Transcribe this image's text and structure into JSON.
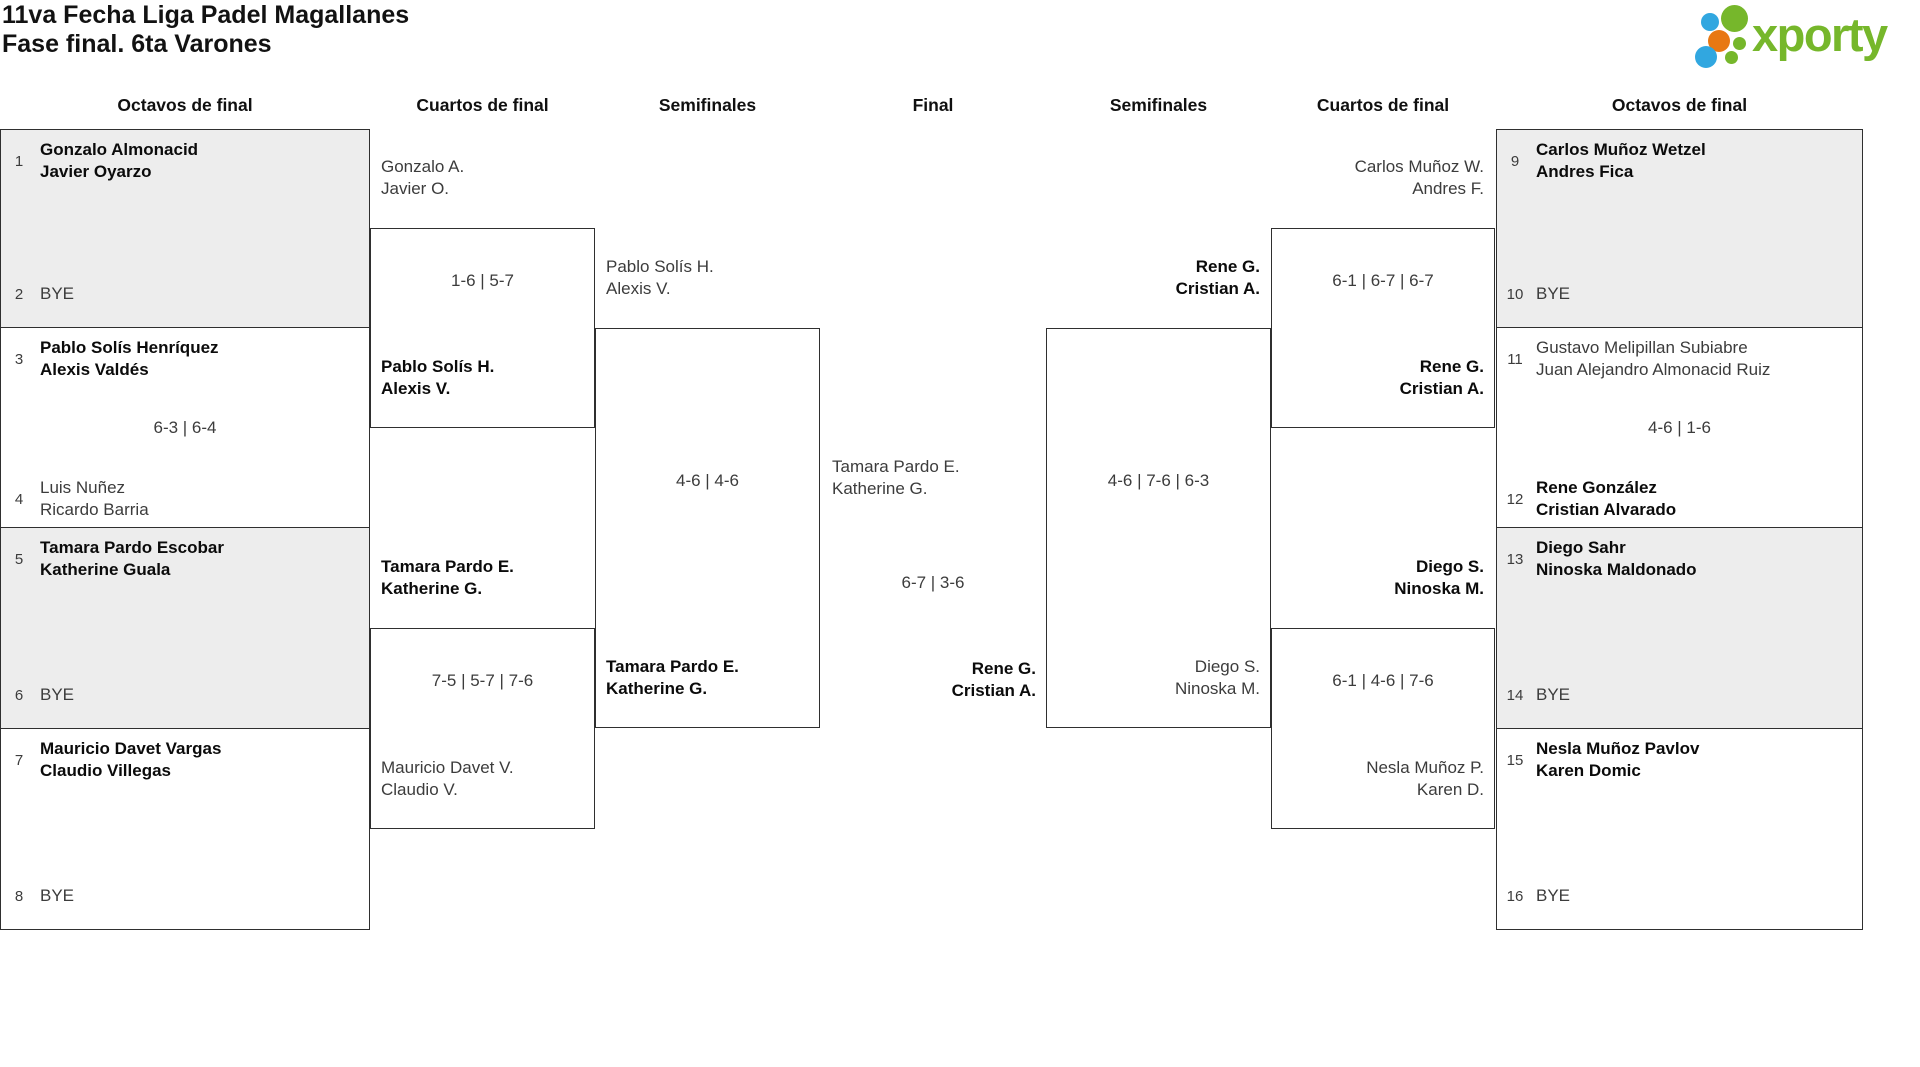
{
  "header": {
    "title_line1": "11va Fecha Liga Padel Magallanes",
    "title_line2": "Fase final. 6ta Varones",
    "logo_text": "xporty",
    "logo_colors": {
      "green": "#76b72b",
      "blue": "#31a7e0",
      "orange": "#e87813"
    }
  },
  "round_headers": [
    "Octavos de final",
    "Cuartos de final",
    "Semifinales",
    "Final",
    "Semifinales",
    "Cuartos de final",
    "Octavos de final"
  ],
  "octavos": {
    "left": [
      {
        "seed_top": "1",
        "team_top": [
          "Gonzalo Almonacid",
          "Javier Oyarzo"
        ],
        "top_bold": true,
        "score": "",
        "seed_bottom": "2",
        "team_bottom": [
          "BYE"
        ],
        "bottom_bold": false
      },
      {
        "seed_top": "3",
        "team_top": [
          "Pablo Solís Henríquez",
          "Alexis Valdés"
        ],
        "top_bold": true,
        "score": "6-3 | 6-4",
        "seed_bottom": "4",
        "team_bottom": [
          "Luis Nuñez",
          "Ricardo Barria"
        ],
        "bottom_bold": false
      },
      {
        "seed_top": "5",
        "team_top": [
          "Tamara Pardo Escobar",
          "Katherine Guala"
        ],
        "top_bold": true,
        "score": "",
        "seed_bottom": "6",
        "team_bottom": [
          "BYE"
        ],
        "bottom_bold": false
      },
      {
        "seed_top": "7",
        "team_top": [
          "Mauricio Davet Vargas",
          "Claudio Villegas"
        ],
        "top_bold": true,
        "score": "",
        "seed_bottom": "8",
        "team_bottom": [
          "BYE"
        ],
        "bottom_bold": false
      }
    ],
    "right": [
      {
        "seed_top": "9",
        "team_top": [
          "Carlos Muñoz Wetzel",
          "Andres Fica"
        ],
        "top_bold": true,
        "score": "",
        "seed_bottom": "10",
        "team_bottom": [
          "BYE"
        ],
        "bottom_bold": false
      },
      {
        "seed_top": "11",
        "team_top": [
          "Gustavo Melipillan Subiabre",
          "Juan Alejandro Almonacid Ruiz"
        ],
        "top_bold": false,
        "score": "4-6 | 1-6",
        "seed_bottom": "12",
        "team_bottom": [
          "Rene González",
          "Cristian Alvarado"
        ],
        "bottom_bold": true
      },
      {
        "seed_top": "13",
        "team_top": [
          "Diego Sahr",
          "Ninoska Maldonado"
        ],
        "top_bold": true,
        "score": "",
        "seed_bottom": "14",
        "team_bottom": [
          "BYE"
        ],
        "bottom_bold": false
      },
      {
        "seed_top": "15",
        "team_top": [
          "Nesla Muñoz Pavlov",
          "Karen Domic"
        ],
        "top_bold": true,
        "score": "",
        "seed_bottom": "16",
        "team_bottom": [
          "BYE"
        ],
        "bottom_bold": false
      }
    ]
  },
  "matches": {
    "qf_left_1": {
      "team_top": [
        "Gonzalo A.",
        "Javier O."
      ],
      "top_bold": false,
      "score": "1-6 | 5-7",
      "team_bottom": [
        "Pablo Solís H.",
        "Alexis V."
      ],
      "bottom_bold": true
    },
    "qf_left_2": {
      "team_top": [
        "Tamara Pardo E.",
        "Katherine G."
      ],
      "top_bold": true,
      "score": "7-5 | 5-7 | 7-6",
      "team_bottom": [
        "Mauricio Davet V.",
        "Claudio V."
      ],
      "bottom_bold": false
    },
    "sf_left": {
      "team_top": [
        "Pablo Solís H.",
        "Alexis V."
      ],
      "top_bold": false,
      "score": "4-6 | 4-6",
      "team_bottom": [
        "Tamara Pardo E.",
        "Katherine G."
      ],
      "bottom_bold": true
    },
    "final": {
      "team_left": [
        "Tamara Pardo E.",
        "Katherine G."
      ],
      "left_bold": false,
      "score": "6-7 | 3-6",
      "team_right": [
        "Rene G.",
        "Cristian A."
      ],
      "right_bold": true
    },
    "sf_right": {
      "team_top": [
        "Rene G.",
        "Cristian A."
      ],
      "top_bold": true,
      "score": "4-6 | 7-6 | 6-3",
      "team_bottom": [
        "Diego S.",
        "Ninoska M."
      ],
      "bottom_bold": false
    },
    "qf_right_1": {
      "team_top": [
        "Carlos Muñoz W.",
        "Andres F."
      ],
      "top_bold": false,
      "score": "6-1 | 6-7 | 6-7",
      "team_bottom": [
        "Rene G.",
        "Cristian A."
      ],
      "bottom_bold": true
    },
    "qf_right_2": {
      "team_top": [
        "Diego S.",
        "Ninoska M."
      ],
      "top_bold": true,
      "score": "6-1 | 4-6 | 7-6",
      "team_bottom": [
        "Nesla Muñoz P.",
        "Karen D."
      ],
      "bottom_bold": false
    }
  }
}
